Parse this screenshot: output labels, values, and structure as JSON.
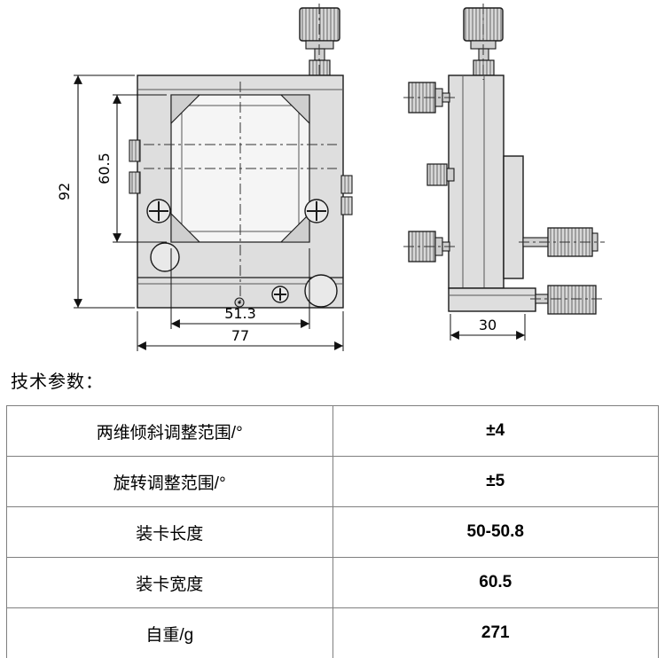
{
  "drawing": {
    "dims": {
      "overall_height": "92",
      "window_height": "60.5",
      "window_width": "51.3",
      "overall_width": "77",
      "side_width": "30"
    }
  },
  "section_title": "技术参数：",
  "table": {
    "rows": [
      {
        "label": "两维倾斜调整范围/°",
        "value": "±4"
      },
      {
        "label": "旋转调整范围/°",
        "value": "±5"
      },
      {
        "label": "装卡长度",
        "value": "50-50.8"
      },
      {
        "label": "装卡宽度",
        "value": "60.5"
      },
      {
        "label": "自重/g",
        "value": "271"
      }
    ]
  }
}
